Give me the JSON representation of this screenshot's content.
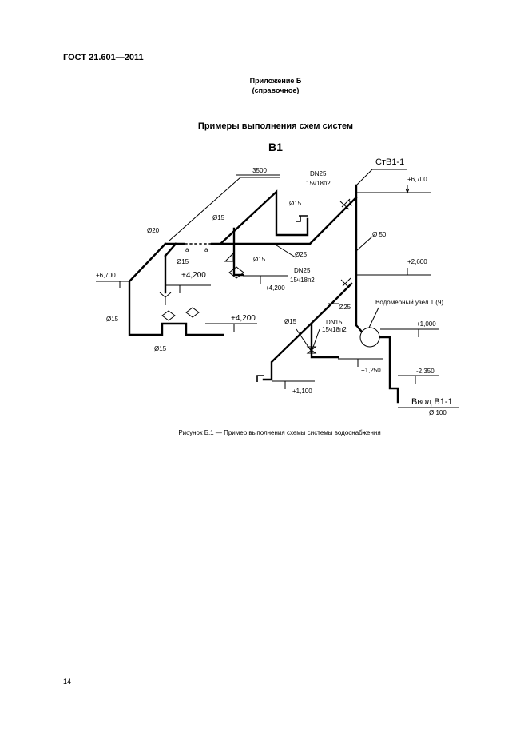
{
  "header": {
    "standard": "ГОСТ 21.601—2011"
  },
  "appendix": {
    "title": "Приложение Б",
    "type": "(справочное)"
  },
  "section": {
    "title": "Примеры выполнения схем систем"
  },
  "scheme": {
    "system_code": "В1",
    "dimension_3500": "3500",
    "riser_label": "СтВ1-1",
    "valve_upper": {
      "dn": "DN25",
      "code": "15ч18п2"
    },
    "valve_middle": {
      "dn": "DN25",
      "code": "15ч18п2"
    },
    "valve_lower": {
      "dn": "DN15",
      "code": "15ч18п2"
    },
    "diameters": {
      "d15_top": "Ø15",
      "d15_branch": "Ø15",
      "d20": "Ø20",
      "d15_riser_left": "Ø15",
      "d15_drop": "Ø15",
      "d25_main": "Ø25",
      "d50": "Ø 50",
      "d15_left_vertical": "Ø15",
      "d15_bottom": "Ø15",
      "d25_lower": "Ø25",
      "d15_lower": "Ø15",
      "d100": "Ø 100"
    },
    "section_marks": {
      "left": "а",
      "right": "а"
    },
    "elevations": {
      "e6700_right": "+6,700",
      "e2600": "+2,600",
      "e6700_left": "+6,700",
      "e4200_a": "+4,200",
      "e4200_b": "+4,200",
      "e4200_c": "+4,200",
      "e1000": "+1,000",
      "e1250": "+1,250",
      "e2350": "-2,350",
      "e1100": "+1,100"
    },
    "meter_node": "Водомерный узел 1 (9)",
    "inlet": "Ввод В1-1"
  },
  "figure": {
    "caption": "Рисунок Б.1 —  Пример выполнения схемы системы водоснабжения"
  },
  "page": {
    "number": "14"
  }
}
